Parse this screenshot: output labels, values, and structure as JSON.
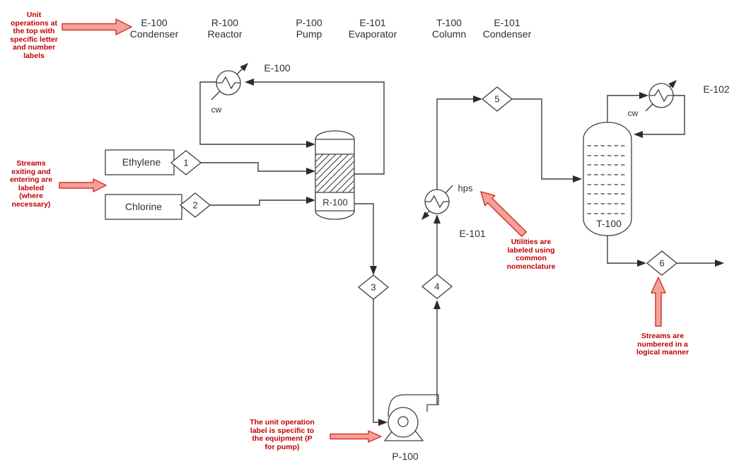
{
  "header": {
    "units": [
      {
        "label": "E-100\nCondenser"
      },
      {
        "label": "R-100\nReactor"
      },
      {
        "label": "P-100\nPump"
      },
      {
        "label": "E-101\nEvaporator"
      },
      {
        "label": "T-100\nColumn"
      },
      {
        "label": "E-101\nCondenser"
      }
    ]
  },
  "annotations": {
    "unit_ops": "Unit\noperations at\nthe top with\nspecific letter\nand number\nlabels",
    "streams_labeled": "Streams\nexiting and\nentering are\nlabeled\n(where\nnecessary)",
    "utilities": "Utilities are\nlabeled using\ncommon\nnomenclature",
    "pump_label": "The unit operation\nlabel is specific to\nthe equipment (P\nfor pump)",
    "stream_numbering": "Streams are\nnumbered in a\nlogical manner"
  },
  "diagram": {
    "feeds": {
      "ethylene": "Ethylene",
      "chlorine": "Chlorine"
    },
    "equipment": {
      "e100": "E-100",
      "r100": "R-100",
      "p100": "P-100",
      "e101": "E-101",
      "t100": "T-100",
      "e102": "E-102"
    },
    "utilities": {
      "cw_e100": "cw",
      "hps_e101": "hps",
      "cw_e102": "cw"
    },
    "streams": {
      "s1": "1",
      "s2": "2",
      "s3": "3",
      "s4": "4",
      "s5": "5",
      "s6": "6"
    }
  },
  "colors": {
    "line": "#3f3f3f",
    "annotation_text": "#c00000",
    "annotation_arrow_fill": "#f2a29b",
    "annotation_arrow_stroke": "#d9352a"
  }
}
